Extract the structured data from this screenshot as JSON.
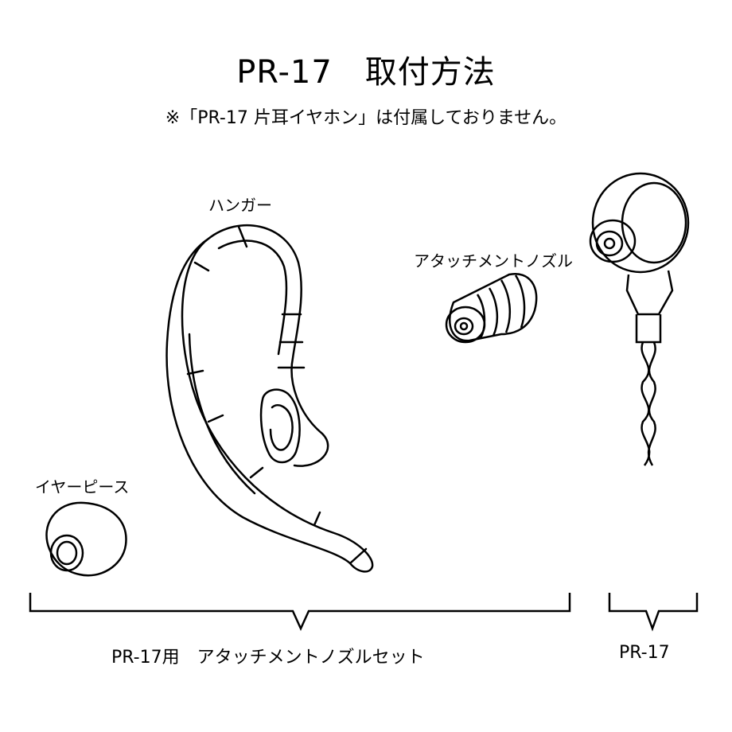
{
  "title": "PR-17　取付方法",
  "note": "※「PR-17 片耳イヤホン」は付属しておりません。",
  "parts": {
    "hanger": "ハンガー",
    "attachment_nozzle": "アタッチメントノズル",
    "ear_piece": "イヤーピース"
  },
  "groups": {
    "set": "PR-17用　アタッチメントノズルセット",
    "earphone": "PR-17"
  }
}
